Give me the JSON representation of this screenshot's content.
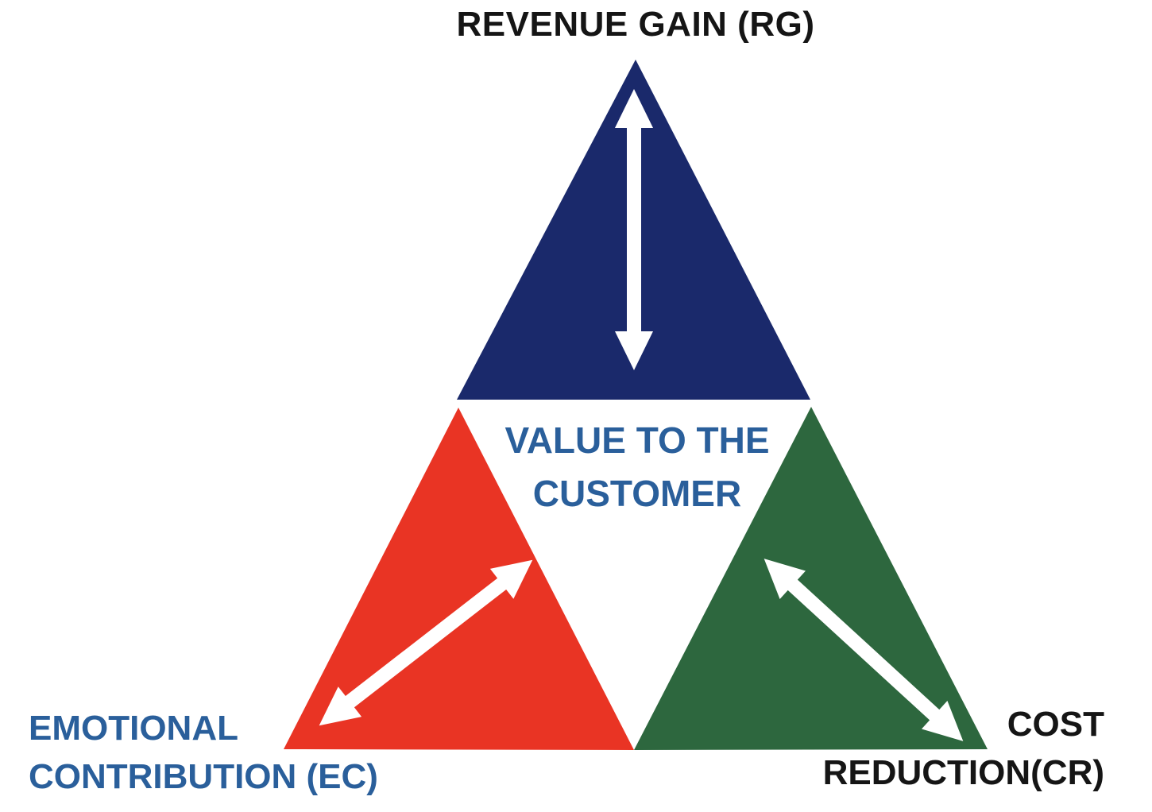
{
  "diagram": {
    "title": "REVENUE GAIN (RG)",
    "center_label": {
      "line1": "VALUE TO THE",
      "line2": "CUSTOMER"
    },
    "bottom_left_label": {
      "line1": "EMOTIONAL",
      "line2": "CONTRIBUTION (EC)"
    },
    "bottom_right_label": {
      "line1": "COST",
      "line2": "REDUCTION(CR)"
    },
    "sections": [
      {
        "name": "Revenue Gain",
        "abbr": "RG",
        "position": "top"
      },
      {
        "name": "Emotional Contribution",
        "abbr": "EC",
        "position": "bottom-left"
      },
      {
        "name": "Cost Reduction",
        "abbr": "CR",
        "position": "bottom-right"
      }
    ],
    "colors": {
      "navy": "#1a296b",
      "red": "#e93424",
      "green": "#2d673e",
      "arrow": "#ffffff",
      "blue_text": "#2a5f9b",
      "black_text": "#151515",
      "background": "#ffffff"
    }
  }
}
